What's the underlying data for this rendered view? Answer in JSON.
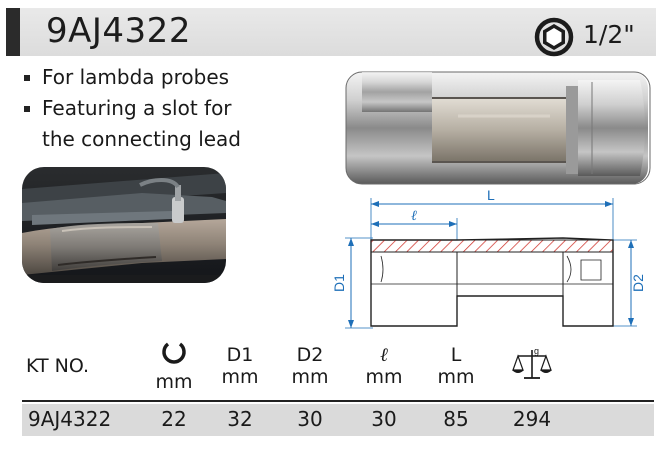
{
  "header": {
    "part_number": "9AJ4322",
    "drive_icon": "hexagon-drive-icon",
    "drive_size": "1/2\""
  },
  "features": [
    "For lambda probes",
    "Featuring a slot for",
    "the connecting lead"
  ],
  "drawing": {
    "length_label": "L",
    "short_length_label": "ℓ",
    "d1_label": "D1",
    "d2_label": "D2",
    "hatch_color": "#d0342c",
    "dimension_color": "#1e6fb8"
  },
  "table": {
    "kt_header": "KT NO.",
    "hex_icon": "hex-socket-icon",
    "weight_icon": "scale-weight-icon",
    "weight_symbol": "g",
    "columns": [
      {
        "label": "",
        "unit": "mm"
      },
      {
        "label": "D1",
        "unit": "mm"
      },
      {
        "label": "D2",
        "unit": "mm"
      },
      {
        "label": "ℓ",
        "unit": "mm"
      },
      {
        "label": "L",
        "unit": "mm"
      }
    ],
    "row": {
      "kt_no": "9AJ4322",
      "values": [
        "22",
        "32",
        "30",
        "30",
        "85",
        "294"
      ]
    }
  }
}
